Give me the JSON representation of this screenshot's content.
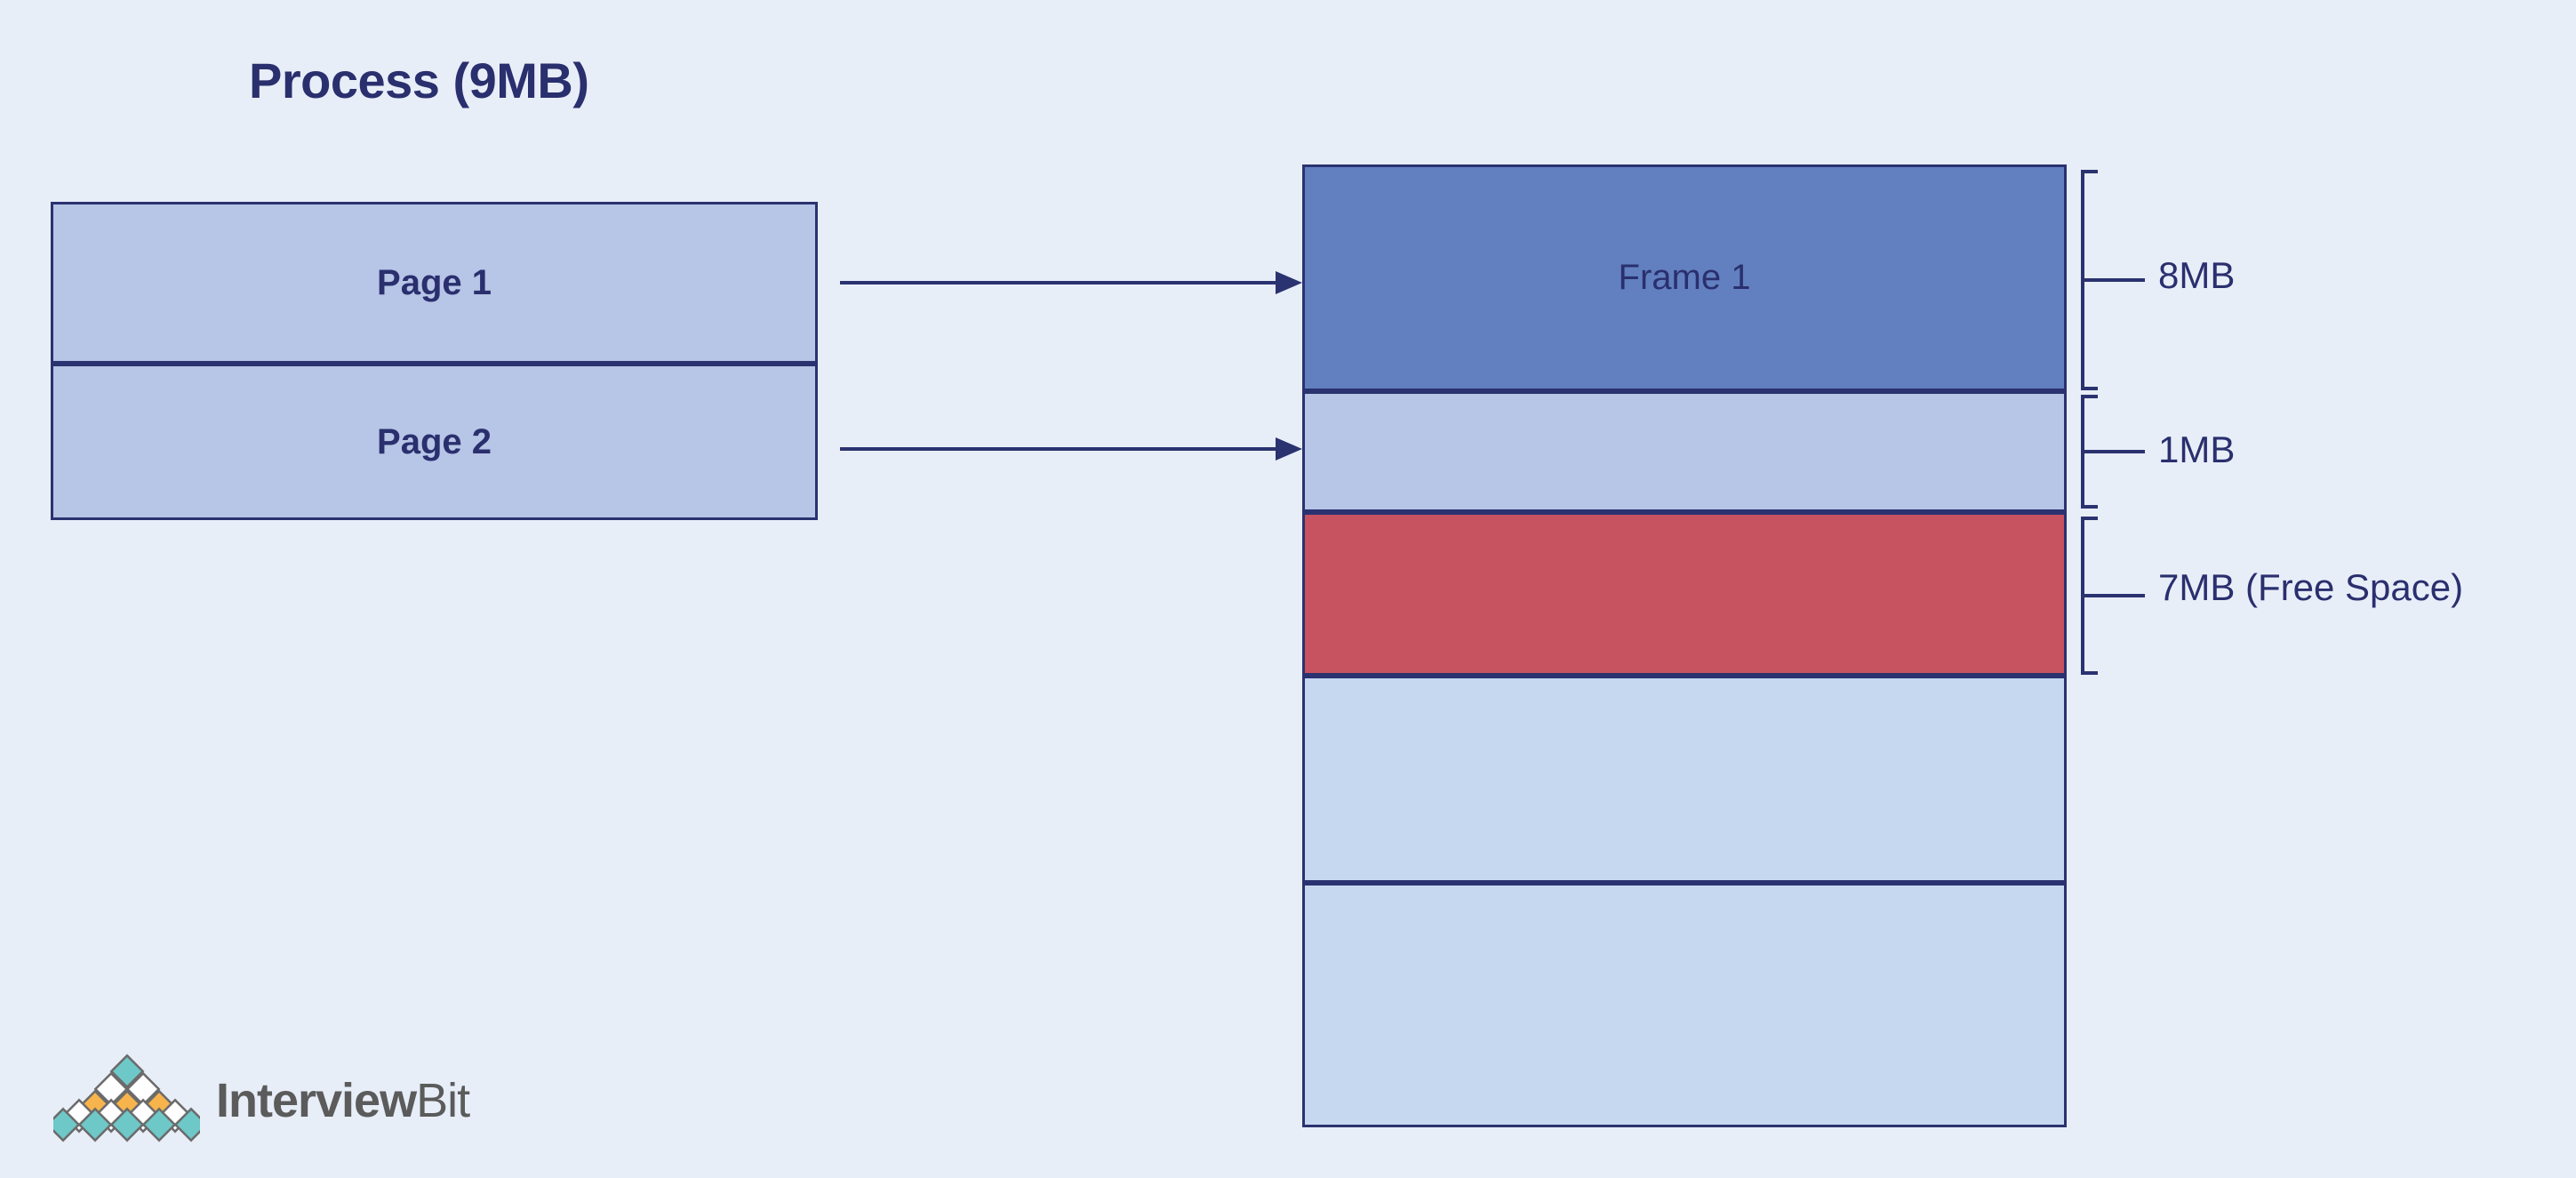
{
  "diagram": {
    "title": "Process (9MB)",
    "background_color": "#e8eef8",
    "line_color": "#2a3270",
    "text_color": "#2a2f6e"
  },
  "process": {
    "pages": [
      {
        "label": "Page 1",
        "fill": "#b7c5e6"
      },
      {
        "label": "Page 2",
        "fill": "#b7c5e6"
      }
    ]
  },
  "arrows": [
    {
      "name": "page1-to-frame1"
    },
    {
      "name": "page2-to-frame2"
    }
  ],
  "memory": {
    "blocks": [
      {
        "label": "Frame 1",
        "fill": "#6280c0"
      },
      {
        "label": "",
        "fill": "#b7c5e6"
      },
      {
        "label": "",
        "fill": "#c75260"
      },
      {
        "label": "",
        "fill": "#c6d8f0"
      },
      {
        "label": "",
        "fill": "#c6d8f0"
      }
    ]
  },
  "measurements": [
    {
      "label": "8MB"
    },
    {
      "label": "1MB"
    },
    {
      "label": "7MB (Free Space)"
    }
  ],
  "logo": {
    "name_bold": "Interview",
    "name_light": "Bit",
    "colors": {
      "teal": "#6ec8c8",
      "orange": "#f7b44c",
      "white": "#ffffff",
      "outline": "#6b6b6b",
      "text": "#5b5b5b"
    }
  }
}
